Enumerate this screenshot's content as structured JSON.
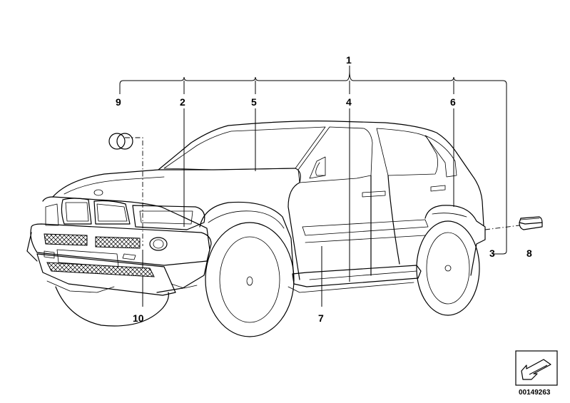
{
  "callouts": {
    "c1": "1",
    "c2": "2",
    "c3": "3",
    "c4": "4",
    "c5": "5",
    "c6": "6",
    "c7": "7",
    "c8": "8",
    "c9": "9",
    "c10": "10"
  },
  "footer": {
    "part_number": "00149263",
    "nav_icon": "arrow-icon"
  }
}
